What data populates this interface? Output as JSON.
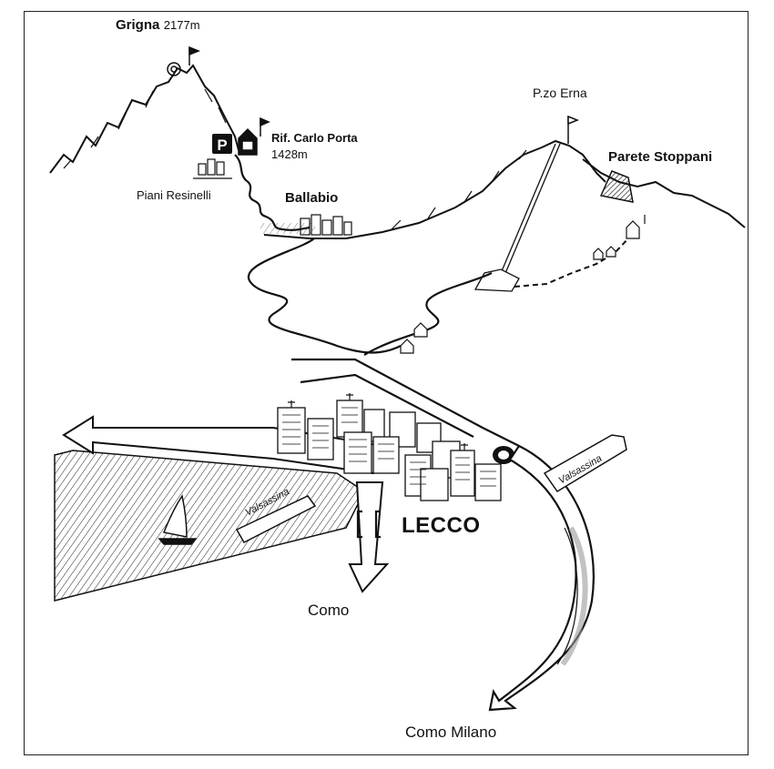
{
  "labels": {
    "grigna_name": "Grigna",
    "grigna_elevation": "2177m",
    "rifugio_name": "Rif. Carlo Porta",
    "rifugio_elevation": "1428m",
    "piani_resinelli": "Piani Resinelli",
    "ballabio": "Ballabio",
    "pzo_erna": "P.zo Erna",
    "parete_stoppani": "Parete Stoppani",
    "lecco": "LECCO",
    "como": "Como",
    "como_milano": "Como Milano",
    "valsassina_left": "Valsassina",
    "valsassina_right": "Valsassina",
    "parking_symbol": "P"
  },
  "icons": [
    "summit-flag-icon",
    "parking-icon",
    "hut-icon",
    "cable-car-icon",
    "sailboat-icon",
    "tunnel-icon",
    "station-icon"
  ],
  "colors": {
    "ink": "#111111",
    "paper": "#ffffff",
    "hatch": "#222222"
  }
}
